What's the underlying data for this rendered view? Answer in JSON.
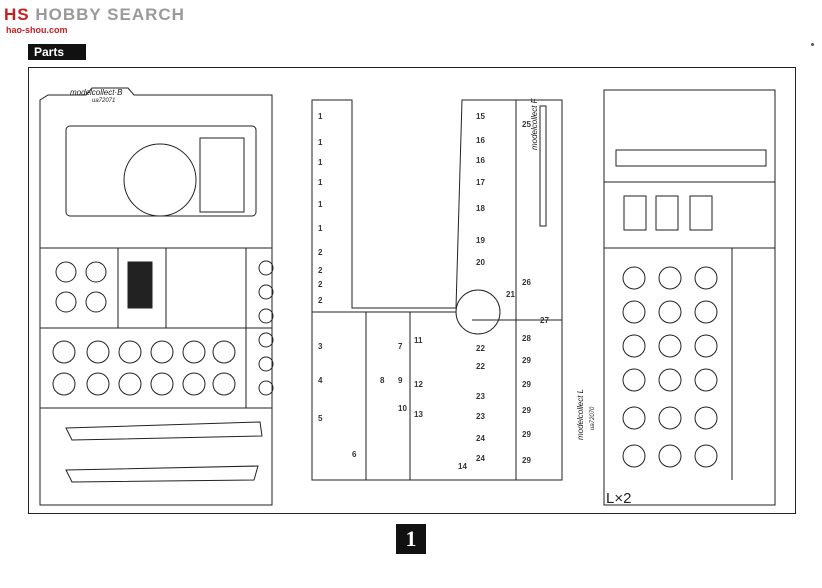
{
  "watermark": {
    "brand_main": "HOBBY SEARCH",
    "brand_prefix": "HS",
    "brand_domain": "hao-shou.com"
  },
  "header": {
    "section_label": "Parts"
  },
  "sprues": {
    "b_label": "modelcollect·B",
    "b_code": "ua72071",
    "f_label": "modelcollect F",
    "l_label": "modelcollect L",
    "l_code": "ua72070",
    "sheet_count": "L×2"
  },
  "part_numbers": {
    "col1": [
      "1",
      "1",
      "1",
      "1",
      "1",
      "1",
      "2",
      "2",
      "2",
      "2"
    ],
    "col2": [
      "3",
      "4",
      "5",
      "6"
    ],
    "col3": [
      "7",
      "8",
      "9",
      "10"
    ],
    "col4": [
      "11",
      "12",
      "13",
      "14"
    ],
    "col5": [
      "15",
      "16",
      "16",
      "17",
      "18",
      "19",
      "20",
      "21"
    ],
    "col6": [
      "22",
      "22",
      "23",
      "23",
      "24",
      "24"
    ],
    "col7": [
      "25",
      "26",
      "27",
      "28",
      "29",
      "29",
      "29",
      "29",
      "29"
    ]
  },
  "footer": {
    "page_number": "1"
  }
}
